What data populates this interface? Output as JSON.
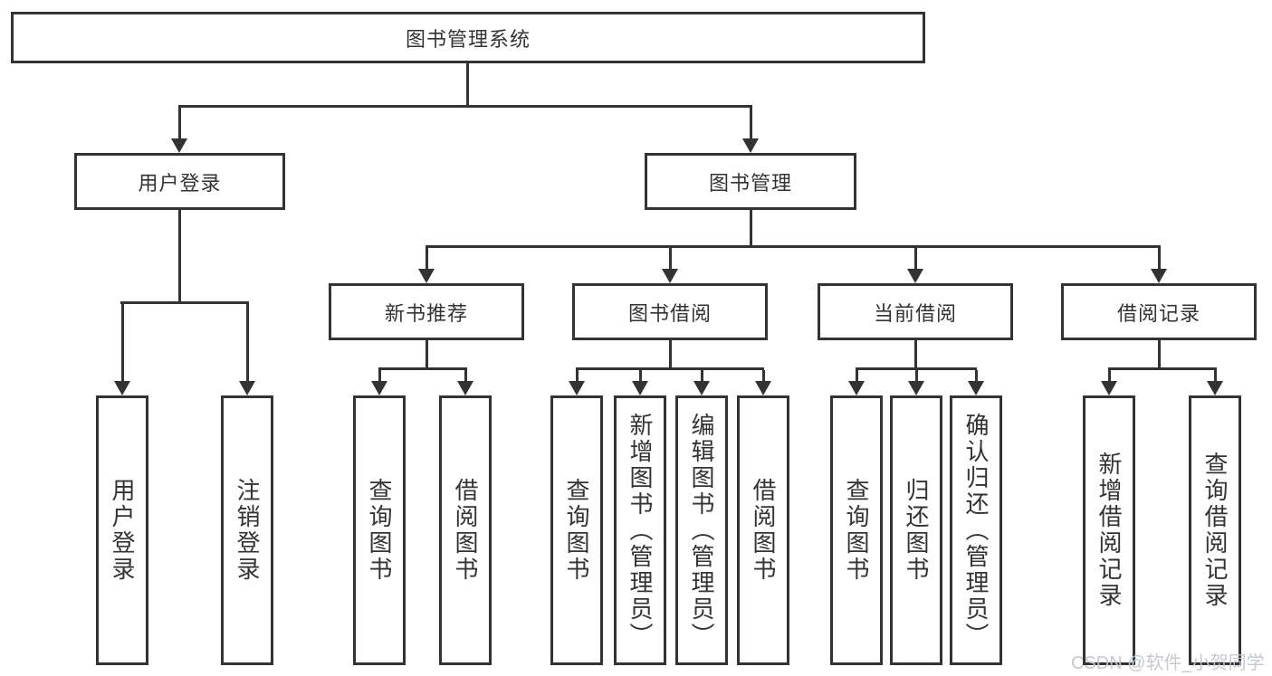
{
  "diagram_type": "functional-structure-chart",
  "tree": {
    "label": "图书管理系统",
    "children": [
      {
        "label": "用户登录",
        "children": [
          {
            "label": "用户登录"
          },
          {
            "label": "注销登录"
          }
        ]
      },
      {
        "label": "图书管理",
        "children": [
          {
            "label": "新书推荐",
            "children": [
              {
                "label": "查询图书"
              },
              {
                "label": "借阅图书"
              }
            ]
          },
          {
            "label": "图书借阅",
            "children": [
              {
                "label": "查询图书"
              },
              {
                "label": "新增图书（管理员）"
              },
              {
                "label": "编辑图书（管理员）"
              },
              {
                "label": "借阅图书"
              }
            ]
          },
          {
            "label": "当前借阅",
            "children": [
              {
                "label": "查询图书"
              },
              {
                "label": "归还图书"
              },
              {
                "label": "确认归还（管理员）"
              }
            ]
          },
          {
            "label": "借阅记录",
            "children": [
              {
                "label": "新增借阅记录"
              },
              {
                "label": "查询借阅记录"
              }
            ]
          }
        ]
      }
    ]
  },
  "watermark": {
    "text": "CSDN @软件_小贺同学"
  },
  "colors": {
    "line": "#333333",
    "text": "#333333",
    "background": "#ffffff",
    "watermark": "#c1c6d0"
  }
}
